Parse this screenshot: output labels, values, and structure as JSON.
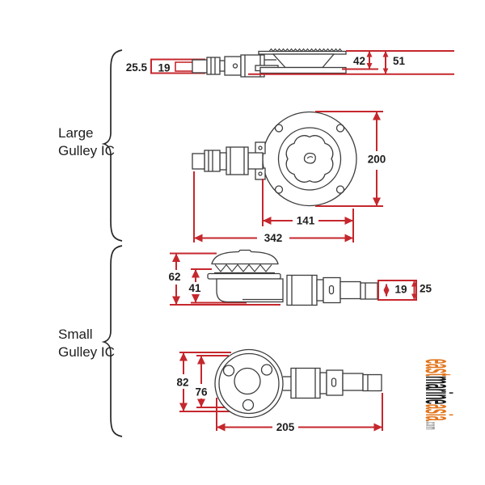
{
  "labels": {
    "large_line1": "Large",
    "large_line2": "Gulley IC",
    "small_line1": "Small",
    "small_line2": "Gulley IC"
  },
  "large_gulley": {
    "side_view": {
      "pipe_od": "25.5",
      "pipe_id": "19",
      "body_height": "42",
      "total_height": "51"
    },
    "front_view": {
      "flange_diameter": "200",
      "inner_diameter": "141",
      "total_length": "342"
    }
  },
  "small_gulley": {
    "side_view": {
      "total_height": "62",
      "body_height": "41",
      "pipe_id": "19",
      "pipe_od": "25"
    },
    "bottom_view": {
      "flange_diameter": "82",
      "inner_diameter": "76",
      "total_length": "205"
    }
  },
  "watermark": {
    "word1": "east",
    "word2": "marine",
    "word3": "asia",
    "tld": ".com"
  },
  "colors": {
    "dimension_red": "#c5272d",
    "drawing_line": "#3c3c3c",
    "text_black": "#1d1d1d",
    "watermark_orange": "#e2771f",
    "watermark_black": "#161616",
    "watermark_gray": "#8f8f8f"
  }
}
